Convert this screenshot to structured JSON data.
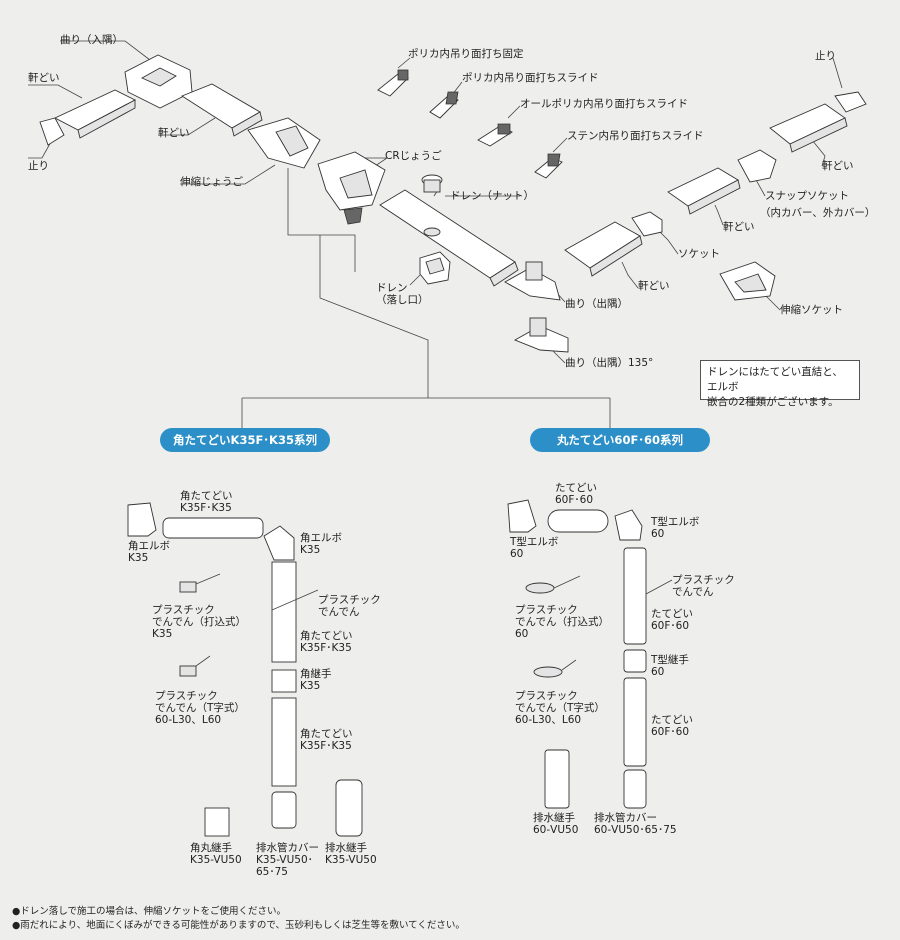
{
  "top_labels": {
    "magari_irisumi": "曲り（入隅）",
    "nokidoi_1": "軒どい",
    "tomari_1": "止り",
    "nokidoi_2": "軒どい",
    "shinshuku_jougo": "伸縮じょうご",
    "cr_jougo": "CRじょうご",
    "drain_nut": "ドレン（ナット）",
    "drain_otoshiguchi": "ドレン\n（落し口）",
    "polyca_fixed": "ポリカ内吊り面打ち固定",
    "polyca_slide": "ポリカ内吊り面打ちスライド",
    "all_polyca_slide": "オールポリカ内吊り面打ちスライド",
    "stainless_slide": "ステン内吊り面打ちスライド",
    "tomari_2": "止り",
    "nokidoi_3": "軒どい",
    "snap_socket": "スナップソケット",
    "snap_socket_sub": "（内カバー、外カバー）",
    "nokidoi_4": "軒どい",
    "socket": "ソケット",
    "nokidoi_5": "軒どい",
    "magari_desumi": "曲り（出隅）",
    "shinshuku_socket": "伸縮ソケット",
    "magari_desumi_135": "曲り（出隅）135°"
  },
  "note_box": "ドレンにはたてどい直結と、エルボ\n嵌合の2種類がございます。",
  "series": {
    "left_title": "角たてどいK35F･K35系列",
    "right_title": "丸たてどい60F･60系列"
  },
  "left_labels": {
    "kaku_tatedoi_1": "角たてどい\nK35F･K35",
    "kaku_elbow_1": "角エルボ\nK35",
    "kaku_elbow_2": "角エルボ\nK35",
    "plastic_denden_uchikomi": "プラスチック\nでんでん（打込式）\nK35",
    "plastic_denden_2": "プラスチック\nでんでん",
    "kaku_tatedoi_2": "角たてどい\nK35F･K35",
    "kaku_tsugite": "角継手\nK35",
    "plastic_denden_t": "プラスチック\nでんでん（T字式）\n60-L30、L60",
    "kaku_tatedoi_3": "角たてどい\nK35F･K35",
    "kakumaru_tsugite": "角丸継手\nK35-VU50",
    "haisuikan_cover": "排水管カバー\nK35-VU50･\n65･75",
    "haisui_tsugite": "排水継手\nK35-VU50"
  },
  "right_labels": {
    "tatedoi_1": "たてどい\n60F･60",
    "t_elbow_1": "T型エルボ\n60",
    "t_elbow_2": "T型エルボ\n60",
    "plastic_denden_2": "プラスチック\nでんでん",
    "plastic_denden_uchikomi": "プラスチック\nでんでん（打込式）\n60",
    "tatedoi_2": "たてどい\n60F･60",
    "t_tsugite": "T型継手\n60",
    "plastic_denden_t": "プラスチック\nでんでん（T字式）\n60-L30、L60",
    "tatedoi_3": "たてどい\n60F･60",
    "haisui_tsugite": "排水継手\n60-VU50",
    "haisuikan_cover": "排水管カバー\n60-VU50･65･75"
  },
  "footnotes": [
    "●ドレン落しで施工の場合は、伸縮ソケットをご使用ください。",
    "●雨だれにより、地面にくぼみができる可能性がありますので、玉砂利もしくは芝生等を敷いてください。"
  ],
  "colors": {
    "background": "#eeeeed",
    "pill": "#2c8fc7"
  }
}
